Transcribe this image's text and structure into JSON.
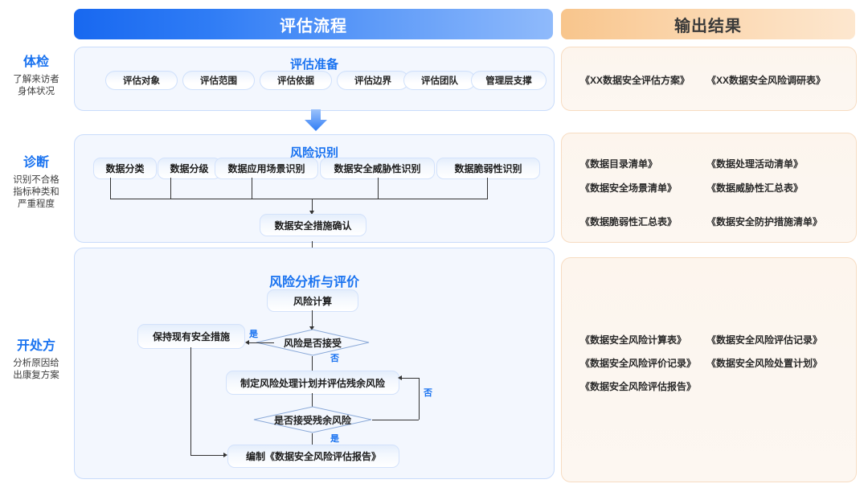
{
  "headers": {
    "process": "评估流程",
    "output": "输出结果"
  },
  "stages": [
    {
      "title": "体检",
      "desc": "了解来访者\n身体状况"
    },
    {
      "title": "诊断",
      "desc": "识别不合格\n指标种类和\n严重程度"
    },
    {
      "title": "开处方",
      "desc": "分析原因给\n出康复方案"
    }
  ],
  "panels": {
    "preparation": {
      "title": "评估准备",
      "pills": [
        "评估对象",
        "评估范围",
        "评估依据",
        "评估边界",
        "评估团队",
        "管理层支撑"
      ]
    },
    "identification": {
      "title": "风险识别",
      "inputs": [
        "数据分类",
        "数据分级",
        "数据应用场景识别",
        "数据安全威胁性识别",
        "数据脆弱性识别"
      ],
      "result": "数据安全措施确认"
    },
    "analysis": {
      "title": "风险分析与评价",
      "nodes": {
        "calc": "风险计算",
        "keep": "保持现有安全措施",
        "decide1": "风险是否接受",
        "plan": "制定风险处理计划并评估残余风险",
        "decide2": "是否接受残余风险",
        "report": "编制《数据安全风险评估报告》"
      },
      "edges": {
        "yes1": "是",
        "no1": "否",
        "no2": "否",
        "yes2": "是"
      }
    }
  },
  "outputs": {
    "preparation_docs": [
      "《XX数据安全评估方案》",
      "《XX数据安全风险调研表》"
    ],
    "identification_docs": [
      "《数据目录清单》",
      "《数据处理活动清单》",
      "《数据安全场景清单》",
      "《数据威胁性汇总表》",
      "《数据脆弱性汇总表》",
      "《数据安全防护措施清单》"
    ],
    "analysis_docs": [
      "《数据安全风险计算表》",
      "《数据安全风险评估记录》",
      "《数据安全风险评价记录》",
      "《数据安全风险处置计划》",
      "《数据安全风险评估报告》"
    ]
  },
  "colors": {
    "accent_blue": "#1a73f0",
    "header_blue_start": "#1868f0",
    "header_blue_end": "#8fbafb",
    "header_orange_start": "#f8c58c",
    "header_orange_end": "#fde7cf",
    "panel_blue_bg": "#f3f7fe",
    "panel_orange_bg": "#fdf5ed",
    "line": "#333333"
  }
}
